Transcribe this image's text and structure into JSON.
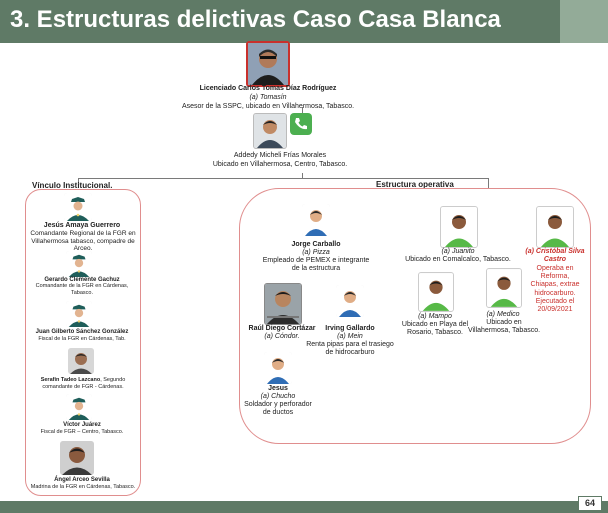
{
  "title": "3. Estructuras delictivas Caso Casa Blanca",
  "page_number": "64",
  "top": {
    "name": "Licenciado Carlos Tomas Díaz Rodríguez",
    "alias": "(a) Tomasín",
    "role": "Asesor de la SSPC, ubicado en Villahermosa, Tabasco."
  },
  "second": {
    "name": "Addedy Micheli Frías Morales",
    "location": "Ubicado en Villahermosa, Centro, Tabasco."
  },
  "sections": {
    "left": "Vínculo Institucional.",
    "right": "Estructura operativa"
  },
  "institucional": [
    {
      "name": "Jesús Amaya Guerrero",
      "desc": "Comandante Regional de la FGR en Villahermosa tabasco, compadre de Arceo."
    },
    {
      "name": "Gerardo Clemente Gachuz",
      "desc": "Comandante de la FGR en Cárdenas, Tabasco."
    },
    {
      "name": "Juan Gilberto Sánchez González",
      "desc": "Fiscal de la FGR en Cárdenas, Tab."
    },
    {
      "name": "Serafín Tadeo Lazcano",
      "desc": "Segundo comandante de FGR - Cárdenas."
    },
    {
      "name": "Víctor Juárez",
      "desc": "Fiscal de FGR – Centro, Tabasco."
    },
    {
      "name": "Ángel Arceo Sevilla",
      "desc": "Madrina de la FGR en Cárdenas, Tabasco."
    }
  ],
  "operativa": {
    "jorge": {
      "name": "Jorge Carballo",
      "alias": "(a) Pizza",
      "desc": "Empleado de PEMEX e integrante de la estructura"
    },
    "raul": {
      "name": "Raúl Diego Cortázar",
      "alias": "(a) Cóndor."
    },
    "irving": {
      "name": "Irving Gallardo",
      "alias": "(a) Mein",
      "desc": "Renta pipas para el trasiego de hidrocarburo"
    },
    "jesus": {
      "name": "Jesus",
      "alias": "(a) Chucho",
      "desc": "Soldador y perforador de ductos"
    },
    "juanito": {
      "alias": "(a) Juanito",
      "desc": "Ubicado en Comalcalco, Tabasco."
    },
    "cristobal": {
      "alias": "(a) Cristóbal Silva Castro",
      "desc": "Operaba en Reforma, Chiapas, extrae hidrocarburo. Ejecutado el 20/09/2021"
    },
    "mampo": {
      "alias": "(a) Mampo",
      "desc": "Ubicado en Playa del Rosario, Tabasco."
    },
    "medico": {
      "alias": "(a) Medico",
      "desc": "Ubicado en Villahermosa, Tabasco."
    }
  },
  "colors": {
    "title_bar": "#5f7a66",
    "accent_red": "#c9302c",
    "police_uniform": "#1f5e5a",
    "avatar_green": "#57b947",
    "avatar_blue": "#2f6db5"
  },
  "icons": {
    "phone": "phone-icon",
    "person_generic_blue": "person-avatar-blue-icon",
    "person_generic_green": "person-avatar-green-icon",
    "police_officer": "police-officer-icon"
  }
}
